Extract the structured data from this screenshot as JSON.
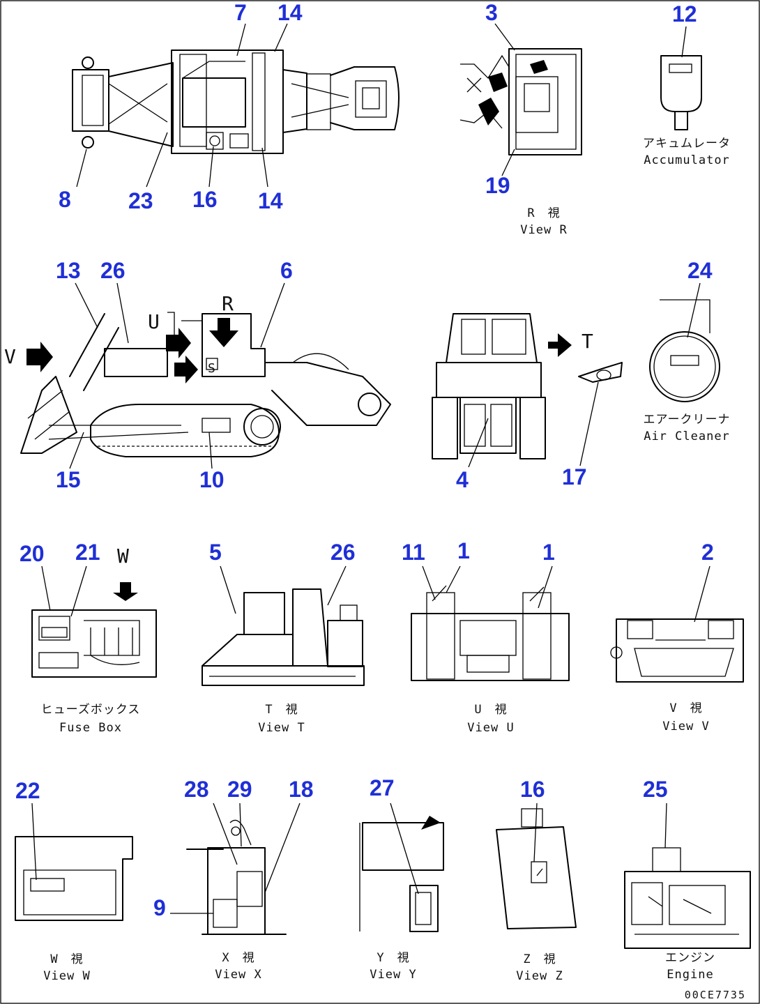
{
  "labels": {
    "l1a": "1",
    "l1b": "1",
    "l2": "2",
    "l3": "3",
    "l4": "4",
    "l5": "5",
    "l6": "6",
    "l7": "7",
    "l8": "8",
    "l9": "9",
    "l10": "10",
    "l11": "11",
    "l12": "12",
    "l13": "13",
    "l14a": "14",
    "l14b": "14",
    "l15": "15",
    "l16a": "16",
    "l16b": "16",
    "l17": "17",
    "l18": "18",
    "l19": "19",
    "l20": "20",
    "l21": "21",
    "l22": "22",
    "l23": "23",
    "l24": "24",
    "l25": "25",
    "l26a": "26",
    "l26b": "26",
    "l27": "27",
    "l28": "28",
    "l29": "29"
  },
  "view_letters": {
    "v": "V",
    "u": "U",
    "r": "R",
    "s": "S",
    "t": "T",
    "w": "W"
  },
  "captions": {
    "view_r_jp": "R　視",
    "view_r_en": "View R",
    "accumulator_jp": "アキュムレータ",
    "accumulator_en": "Accumulator",
    "air_cleaner_jp": "エアークリーナ",
    "air_cleaner_en": "Air Cleaner",
    "fuse_box_jp": "ヒューズボックス",
    "fuse_box_en": "Fuse Box",
    "view_t_jp": "T　視",
    "view_t_en": "View T",
    "view_u_jp": "U　視",
    "view_u_en": "View U",
    "view_v_jp": "V　視",
    "view_v_en": "View V",
    "view_w_jp": "W　視",
    "view_w_en": "View W",
    "view_x_jp": "X　視",
    "view_x_en": "View X",
    "view_y_jp": "Y　視",
    "view_y_en": "View Y",
    "view_z_jp": "Z　視",
    "view_z_en": "View Z",
    "engine_jp": "エンジン",
    "engine_en": "Engine"
  },
  "drawing_code": "00CE7735",
  "colors": {
    "callout": "#1f2fd6",
    "line": "#000000",
    "background": "#ffffff"
  }
}
